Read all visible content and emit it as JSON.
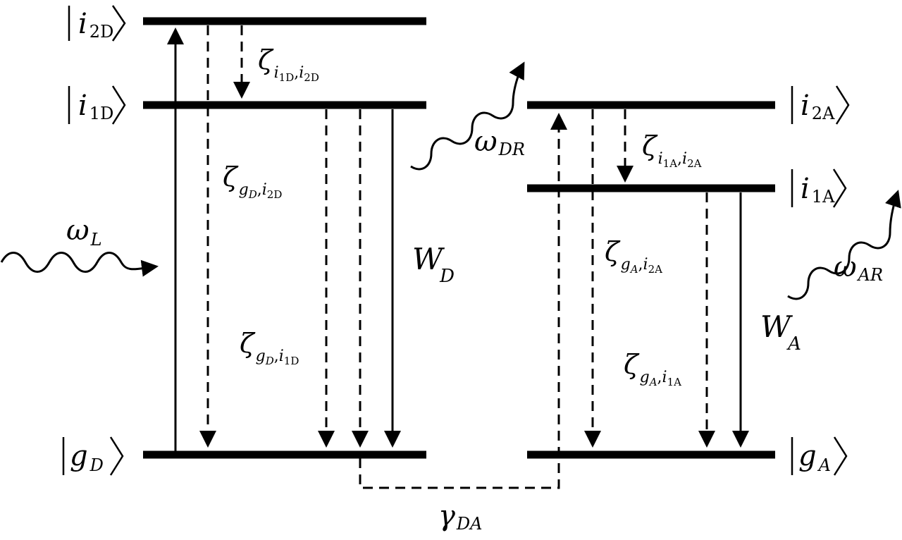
{
  "levels": {
    "i2D": {
      "base": "i",
      "sub": "2D"
    },
    "i1D": {
      "base": "i",
      "sub": "1D"
    },
    "gD": {
      "base": "g",
      "sub": "D"
    },
    "i2A": {
      "base": "i",
      "sub": "2A"
    },
    "i1A": {
      "base": "i",
      "sub": "1A"
    },
    "gA": {
      "base": "g",
      "sub": "A"
    }
  },
  "rates": {
    "zeta_i1D_i2D": {
      "sym": "ζ",
      "a": "i",
      "a_sub": "1D",
      "b": "i",
      "b_sub": "2D"
    },
    "zeta_gD_i2D": {
      "sym": "ζ",
      "a": "g",
      "a_sub": "D",
      "b": "i",
      "b_sub": "2D"
    },
    "zeta_gD_i1D": {
      "sym": "ζ",
      "a": "g",
      "a_sub": "D",
      "b": "i",
      "b_sub": "1D"
    },
    "zeta_i1A_i2A": {
      "sym": "ζ",
      "a": "i",
      "a_sub": "1A",
      "b": "i",
      "b_sub": "2A"
    },
    "zeta_gA_i2A": {
      "sym": "ζ",
      "a": "g",
      "a_sub": "A",
      "b": "i",
      "b_sub": "2A"
    },
    "zeta_gA_i1A": {
      "sym": "ζ",
      "a": "g",
      "a_sub": "A",
      "b": "i",
      "b_sub": "1A"
    },
    "W_D": {
      "base": "W",
      "sub": "D"
    },
    "W_A": {
      "base": "W",
      "sub": "A"
    },
    "gamma_DA": {
      "base": "γ",
      "sub": "DA"
    }
  },
  "photons": {
    "omega_L": {
      "base": "ω",
      "sub": "L"
    },
    "omega_DR": {
      "base": "ω",
      "sub": "DR"
    },
    "omega_AR": {
      "base": "ω",
      "sub": "AR"
    }
  }
}
